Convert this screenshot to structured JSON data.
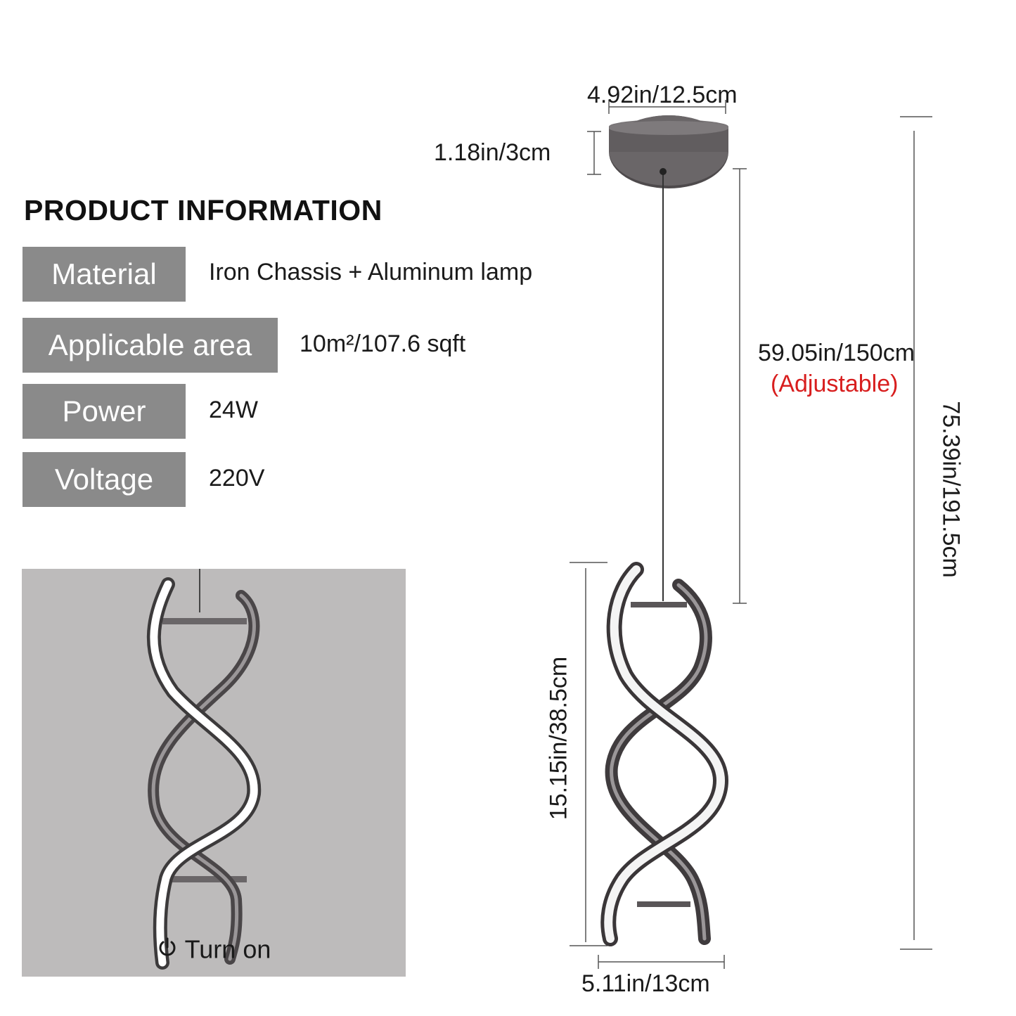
{
  "title": "PRODUCT INFORMATION",
  "specs": [
    {
      "label": "Material",
      "value": "Iron Chassis + Aluminum lamp"
    },
    {
      "label": "Applicable area",
      "value": "10m²/107.6 sqft"
    },
    {
      "label": "Power",
      "value": "24W"
    },
    {
      "label": "Voltage",
      "value": "220V"
    }
  ],
  "photo": {
    "caption": "Turn on",
    "icon": "power-icon"
  },
  "dimensions": {
    "canopy_width": "4.92in/12.5cm",
    "canopy_height": "1.18in/3cm",
    "cord_length": "59.05in/150cm",
    "cord_note": "(Adjustable)",
    "total_height": "75.39in/191.5cm",
    "lamp_height": "15.15in/38.5cm",
    "lamp_width": "5.11in/13cm"
  },
  "colors": {
    "label_bg": "#8a8a8a",
    "note_red": "#d81e1e",
    "photo_bg": "#bdbbbb",
    "chrome": "#5a5658"
  }
}
